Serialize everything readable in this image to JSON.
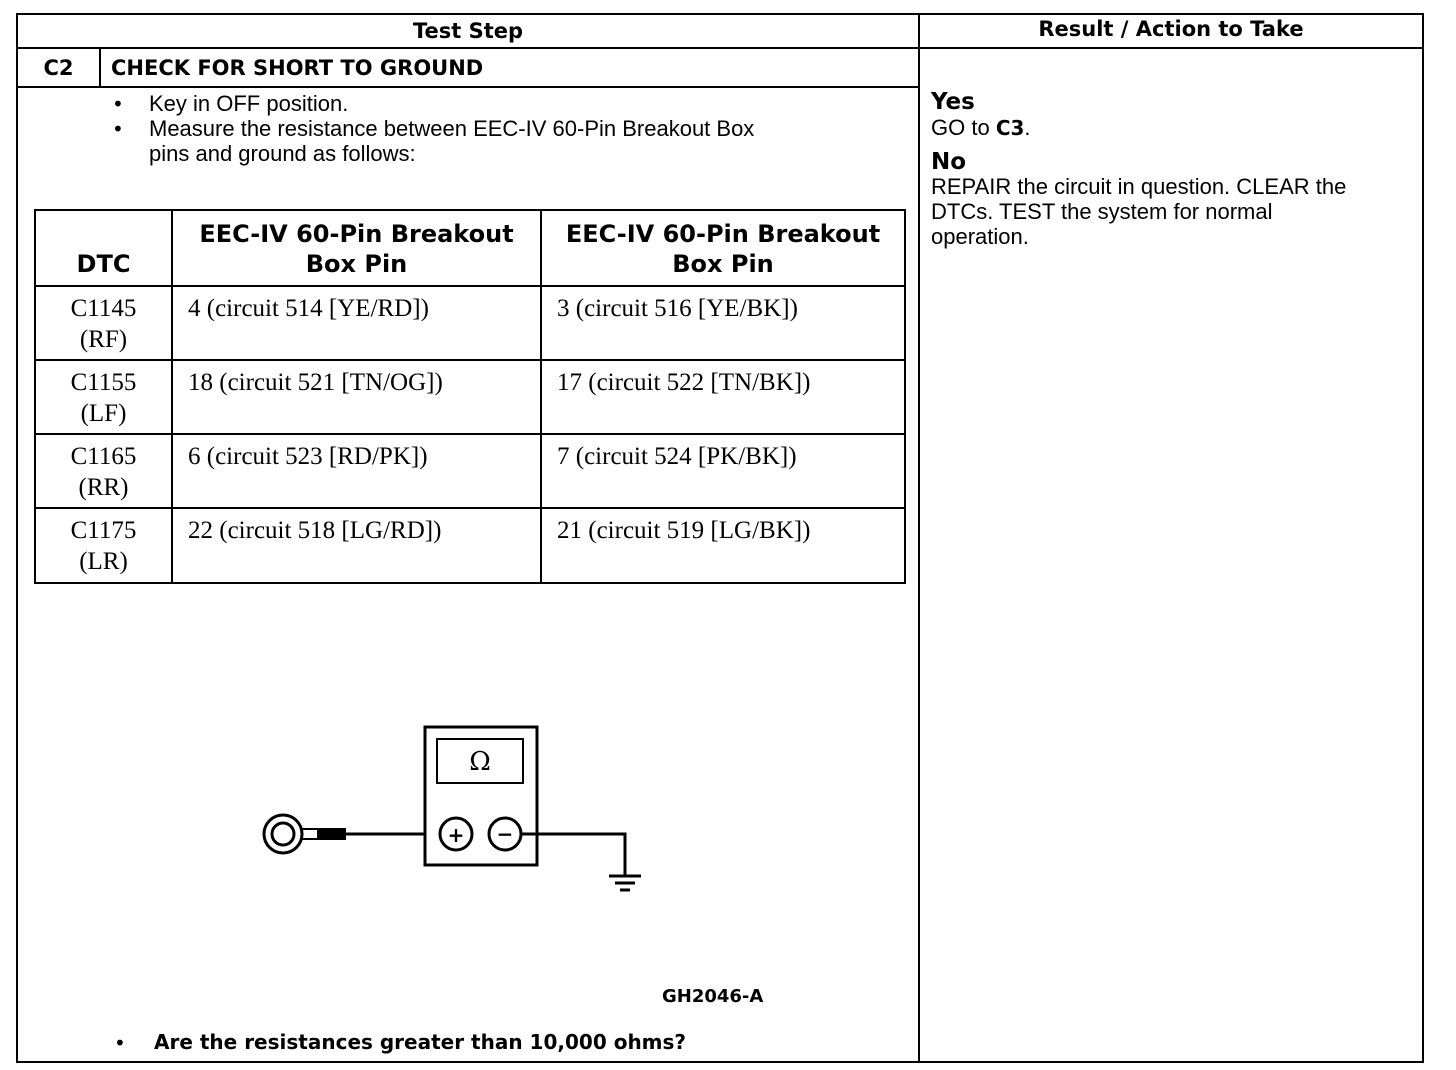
{
  "header": {
    "test_step": "Test Step",
    "result_action": "Result / Action to Take"
  },
  "step": {
    "id": "C2",
    "title": "CHECK FOR SHORT TO GROUND",
    "bullets": [
      "Key in OFF position.",
      "Measure the resistance between EEC-IV 60-Pin Breakout Box",
      "pins and ground as follows:"
    ],
    "question": "Are the resistances greater than 10,000 ohms?"
  },
  "table": {
    "headers": {
      "dtc": "DTC",
      "col2_line1": "EEC-IV 60-Pin Breakout",
      "col2_line2": "Box Pin",
      "col3_line1": "EEC-IV 60-Pin Breakout",
      "col3_line2": "Box Pin"
    },
    "rows": [
      {
        "code": "C1145",
        "pos": "(RF)",
        "pin1": "4 (circuit 514 [YE/RD])",
        "pin2": "3 (circuit 516 [YE/BK])"
      },
      {
        "code": "C1155",
        "pos": "(LF)",
        "pin1": "18 (circuit 521 [TN/OG])",
        "pin2": "17 (circuit 522 [TN/BK])"
      },
      {
        "code": "C1165",
        "pos": "(RR)",
        "pin1": "6 (circuit 523 [RD/PK])",
        "pin2": "7 (circuit 524 [PK/BK])"
      },
      {
        "code": "C1175",
        "pos": "(LR)",
        "pin1": "22 (circuit 518 [LG/RD])",
        "pin2": "21 (circuit 519 [LG/BK])"
      }
    ]
  },
  "diagram": {
    "meter_symbol": "Ω",
    "plus": "+",
    "minus": "−",
    "figure_id": "GH2046-A"
  },
  "result": {
    "yes_label": "Yes",
    "yes_go": "GO to",
    "yes_target": "C3",
    "yes_end": ".",
    "no_label": "No",
    "no_lines": [
      "REPAIR the circuit in question. CLEAR the",
      "DTCs. TEST the system for normal",
      "operation."
    ]
  }
}
